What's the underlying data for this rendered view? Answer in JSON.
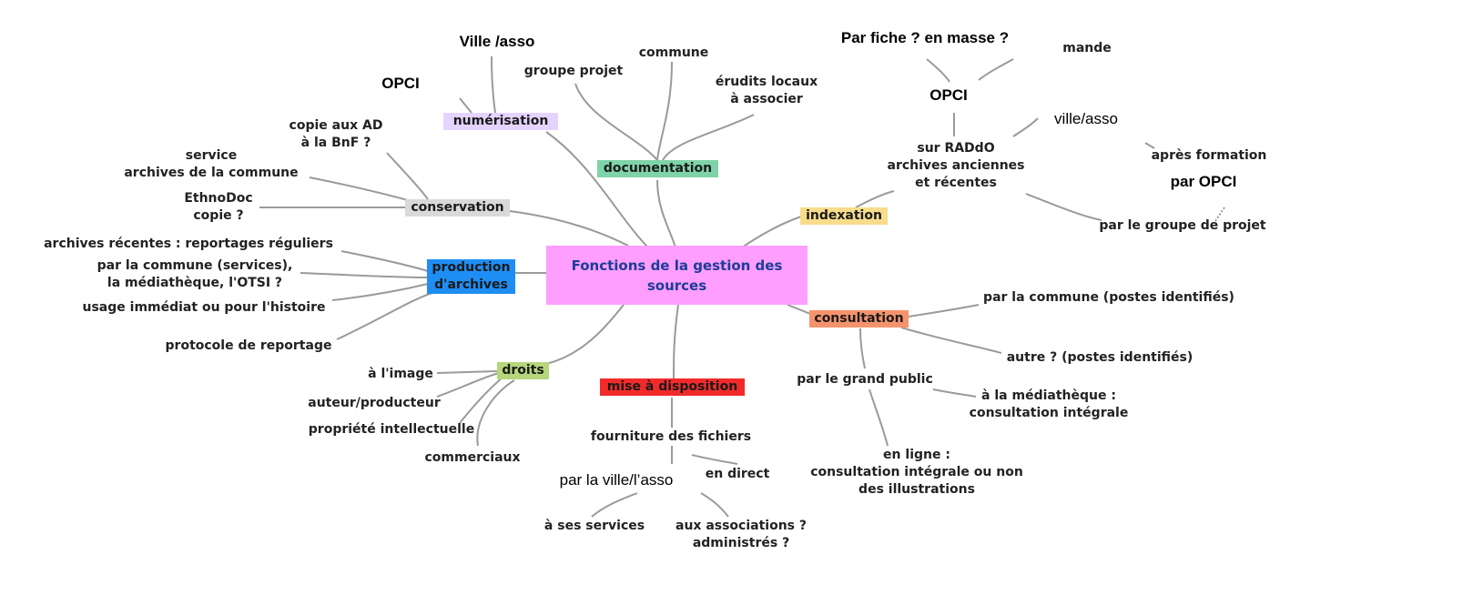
{
  "center": {
    "title": "Fonctions de la gestion des sources",
    "color": "#ff9eff"
  },
  "numerisation": {
    "label": "numérisation",
    "color": "#e3d4ff",
    "children": [
      "Ville /asso",
      "OPCI"
    ]
  },
  "documentation": {
    "label": "documentation",
    "color": "#7fd3a8",
    "children": [
      "groupe projet",
      "commune",
      "érudits locaux",
      "à associer"
    ]
  },
  "conservation": {
    "label": "conservation",
    "color": "#d9d9d9",
    "children": [
      "copie aux AD",
      "à la BnF ?",
      "service",
      "archives de la commune",
      "EthnoDoc",
      "copie ?"
    ]
  },
  "production": {
    "label1": "production",
    "label2": "d'archives",
    "color": "#1e8ef5",
    "children": [
      "archives récentes : reportages réguliers",
      "par la commune (services),",
      "la médiathèque, l'OTSI ?",
      "usage immédiat ou pour l'histoire",
      "protocole de reportage"
    ]
  },
  "droits": {
    "label": "droits",
    "color": "#b7d67c",
    "children": [
      "à l'image",
      "auteur/producteur",
      "propriété intellectuelle",
      "commerciaux"
    ]
  },
  "mise": {
    "label": "mise à disposition",
    "color": "#f22a2a",
    "children": [
      "fourniture des fichiers",
      "par la ville/l’asso",
      "en direct",
      "à ses services",
      "aux associations ?",
      "administrés ?"
    ]
  },
  "consultation": {
    "label": "consultation",
    "color": "#f5936c",
    "children": [
      "par la commune (postes identifiés)",
      "autre ? (postes identifiés)",
      "par le grand public",
      "à la médiathèque :",
      "consultation intégrale",
      "en ligne :",
      "consultation intégrale ou non",
      "des illustrations"
    ]
  },
  "indexation": {
    "label": "indexation",
    "color": "#f7dc8c",
    "children": [
      "sur RADdO",
      "archives anciennes",
      "et récentes",
      "OPCI",
      "Par fiche ? en masse ?",
      "mande",
      "ville/asso",
      "après formation",
      "par OPCI",
      "par le groupe de projet"
    ]
  }
}
